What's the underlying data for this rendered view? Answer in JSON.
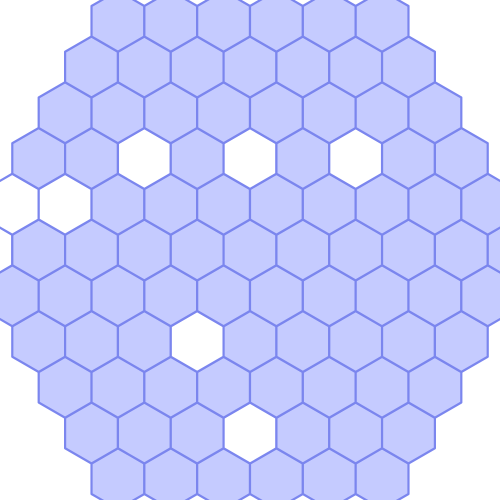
{
  "puzzle": {
    "board_radius": 5,
    "colors": {
      "filled": "#c5cbff",
      "empty": "#ffffff",
      "edge": "#7b86ee"
    },
    "empty_cells": [
      [
        -5,
        5,
        0
      ],
      [
        -4,
        5,
        -1
      ],
      [
        -3,
        4,
        -1
      ],
      [
        -1,
        3,
        -2
      ],
      [
        1,
        1,
        -2
      ],
      [
        -2,
        0,
        2
      ],
      [
        -2,
        -2,
        4
      ],
      [
        3,
        -1,
        -2
      ]
    ]
  }
}
